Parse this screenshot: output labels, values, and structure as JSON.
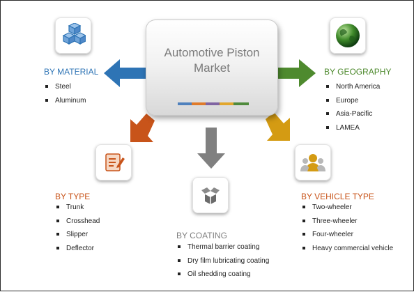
{
  "center": {
    "title_line1": "Automotive Piston",
    "title_line2": "Market",
    "bar_colors": [
      "#4f81bd",
      "#e07b2a",
      "#8064a2",
      "#e2a72d",
      "#4f8a3c"
    ]
  },
  "colors": {
    "material": "#2e74b5",
    "geography": "#4e8a2e",
    "type": "#c8541a",
    "vehicle": "#d49b13",
    "coating": "#808080"
  },
  "icons": {
    "material": "cubes-icon",
    "geography": "globe-icon",
    "type": "document-pen-icon",
    "coating": "open-box-icon",
    "vehicle": "people-group-icon"
  },
  "segments": {
    "material": {
      "heading": "BY MATERIAL",
      "items": [
        "Steel",
        "Aluminum"
      ]
    },
    "geography": {
      "heading": "BY GEOGRAPHY",
      "items": [
        "North America",
        "Europe",
        "Asia-Pacific",
        "LAMEA"
      ]
    },
    "type": {
      "heading": "BY TYPE",
      "items": [
        "Trunk",
        "Crosshead",
        "Slipper",
        "Deflector"
      ]
    },
    "coating": {
      "heading": "BY COATING",
      "items": [
        "Thermal barrier coating",
        "Dry film lubricating coating",
        "Oil shedding coating"
      ]
    },
    "vehicle": {
      "heading": "BY VEHICLE TYPE",
      "items": [
        "Two-wheeler",
        "Three-wheeler",
        "Four-wheeler",
        "Heavy commercial vehicle"
      ]
    }
  }
}
